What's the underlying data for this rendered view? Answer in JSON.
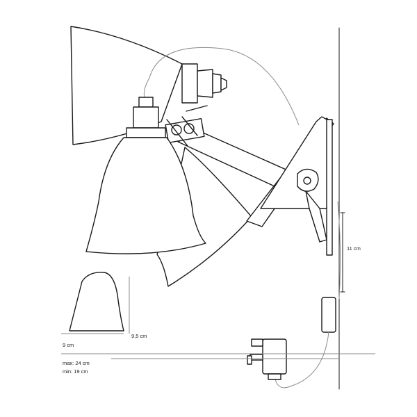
{
  "diagram": {
    "dim_height_cord": "11 cm",
    "dim_shade_height": "9,5 cm",
    "dim_shade_width": "9 cm",
    "dim_max": "max: 24 cm",
    "dim_min": "min: 19 cm"
  }
}
